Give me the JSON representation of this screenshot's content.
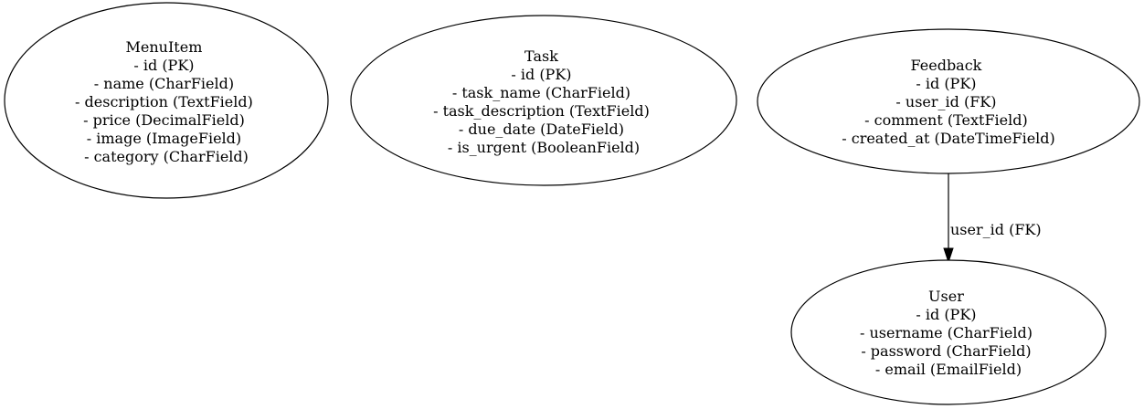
{
  "diagram": {
    "nodes": [
      {
        "id": "menuitem",
        "title": "MenuItem",
        "fields": [
          "- id (PK)",
          "- name (CharField)",
          "- description (TextField)",
          "- price (DecimalField)",
          "- image (ImageField)",
          "- category (CharField)"
        ]
      },
      {
        "id": "task",
        "title": "Task",
        "fields": [
          "- id (PK)",
          "- task_name (CharField)",
          "- task_description (TextField)",
          "- due_date (DateField)",
          "- is_urgent (BooleanField)"
        ]
      },
      {
        "id": "feedback",
        "title": "Feedback",
        "fields": [
          "- id (PK)",
          "- user_id (FK)",
          "- comment (TextField)",
          "- created_at (DateTimeField)"
        ]
      },
      {
        "id": "user",
        "title": "User",
        "fields": [
          "- id (PK)",
          "- username (CharField)",
          "- password (CharField)",
          "- email (EmailField)"
        ]
      }
    ],
    "edges": [
      {
        "from": "feedback",
        "to": "user",
        "label": "user_id (FK)"
      }
    ]
  }
}
